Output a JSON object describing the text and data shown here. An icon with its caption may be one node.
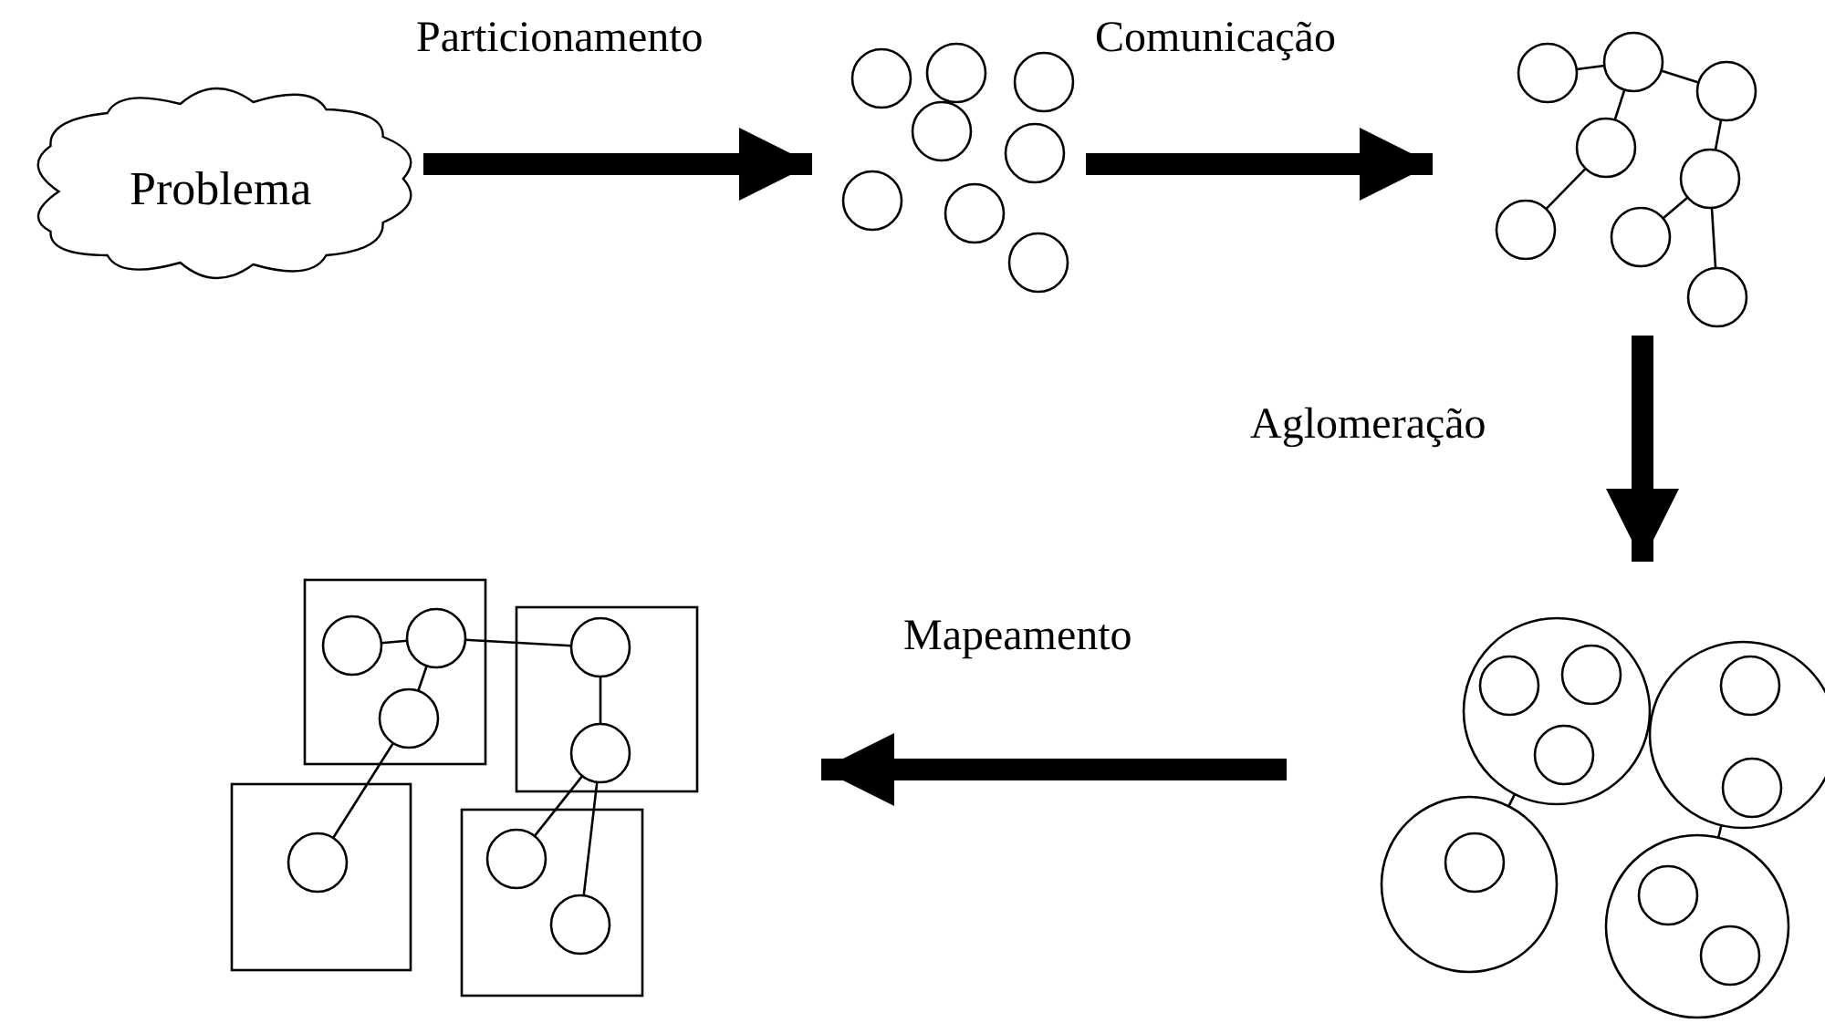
{
  "diagram": {
    "nodes": [
      {
        "text": [
          "Problema"
        ]
      },
      {
        "text": [],
        "shape": "picture"
      },
      {
        "text": [],
        "shape": "picture"
      },
      {
        "text": [],
        "shape": "picture"
      },
      {
        "text": [],
        "shape": "picture"
      }
    ],
    "edges": [
      {
        "from": 0,
        "to": 1,
        "arrow": "to",
        "label": "Particionamento"
      },
      {
        "from": 1,
        "to": 2,
        "arrow": "to",
        "label": "Comunicação"
      },
      {
        "from": 2,
        "to": 3,
        "arrow": "to",
        "label": "Aglomeração"
      },
      {
        "from": 3,
        "to": 4,
        "arrow": "to",
        "label": "Mapeamento"
      }
    ]
  }
}
